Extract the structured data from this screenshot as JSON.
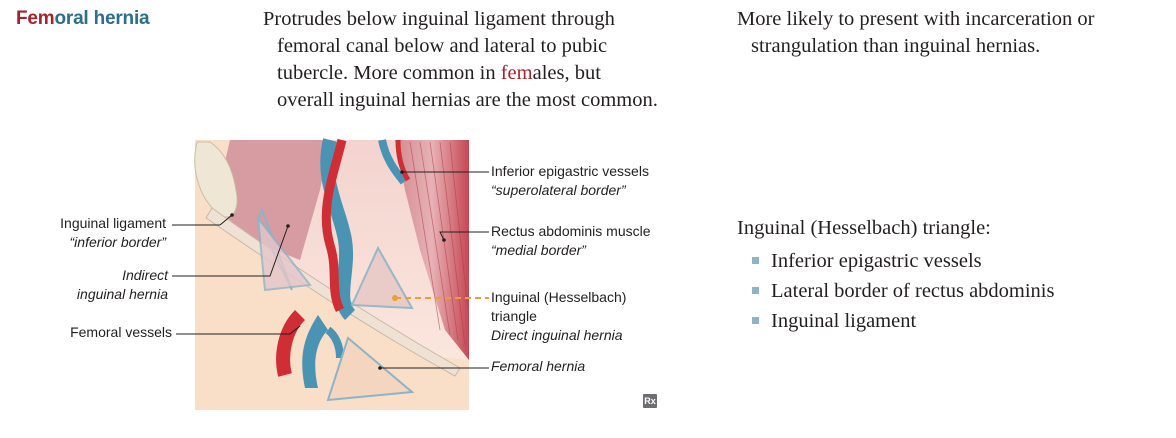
{
  "title": {
    "highlight": "Fem",
    "rest": "oral hernia"
  },
  "description": {
    "lines": [
      "Protrudes below inguinal ligament through",
      "femoral canal below and lateral to pubic",
      "tubercle. More common in ",
      "fem",
      "ales, but",
      "overall inguinal hernias are the most common."
    ]
  },
  "clinical_note": {
    "lines": [
      "More likely to present with incarceration or",
      "strangulation than inguinal hernias."
    ]
  },
  "figure_labels": {
    "inguinal_ligament": {
      "name": "Inguinal ligament",
      "note": "“inferior border”"
    },
    "indirect_hernia": {
      "line1": "Indirect",
      "line2": "inguinal hernia"
    },
    "femoral_vessels": "Femoral vessels",
    "inferior_epigastric": {
      "name": "Inferior epigastric vessels",
      "note": "“superolateral border”"
    },
    "rectus": {
      "name": "Rectus abdominis muscle",
      "note": "“medial border”"
    },
    "hesselbach": {
      "line1": "Inguinal (Hesselbach)",
      "line2": "triangle",
      "note": "Direct inguinal hernia"
    },
    "femoral_hernia": "Femoral hernia"
  },
  "rx_badge": "Rx",
  "triangle": {
    "heading": "Inguinal (Hesselbach) triangle:",
    "items": [
      "Inferior epigastric vessels",
      "Lateral border of rectus abdominis",
      "Inguinal ligament"
    ]
  },
  "colors": {
    "accent_red": "#a7222b",
    "accent_blue": "#2b6f8a",
    "muscle": "#c9565f",
    "vein": "#4a93b3",
    "skin": "#f9dfc8",
    "dashed_callout": "#e8a13a",
    "bullet": "#8fb3c6"
  }
}
